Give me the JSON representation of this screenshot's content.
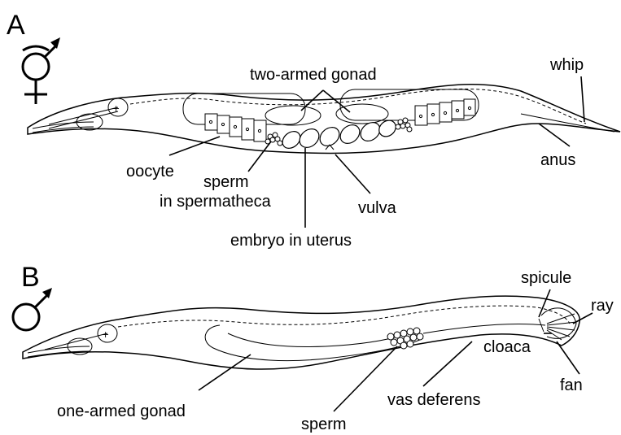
{
  "panels": [
    {
      "letter": "A",
      "labels": {
        "two_armed_gonad": "two-armed gonad",
        "whip": "whip",
        "oocyte": "oocyte",
        "sperm_line1": "sperm",
        "sperm_line2": "in spermatheca",
        "vulva": "vulva",
        "anus": "anus",
        "embryo": "embryo in uterus"
      }
    },
    {
      "letter": "B",
      "labels": {
        "spicule": "spicule",
        "ray": "ray",
        "cloaca": "cloaca",
        "fan": "fan",
        "one_armed_gonad": "one-armed gonad",
        "vas_deferens": "vas deferens",
        "sperm": "sperm"
      }
    }
  ],
  "symbols": {
    "hermaphrodite": "hermaphrodite-symbol",
    "male": "male-symbol"
  }
}
